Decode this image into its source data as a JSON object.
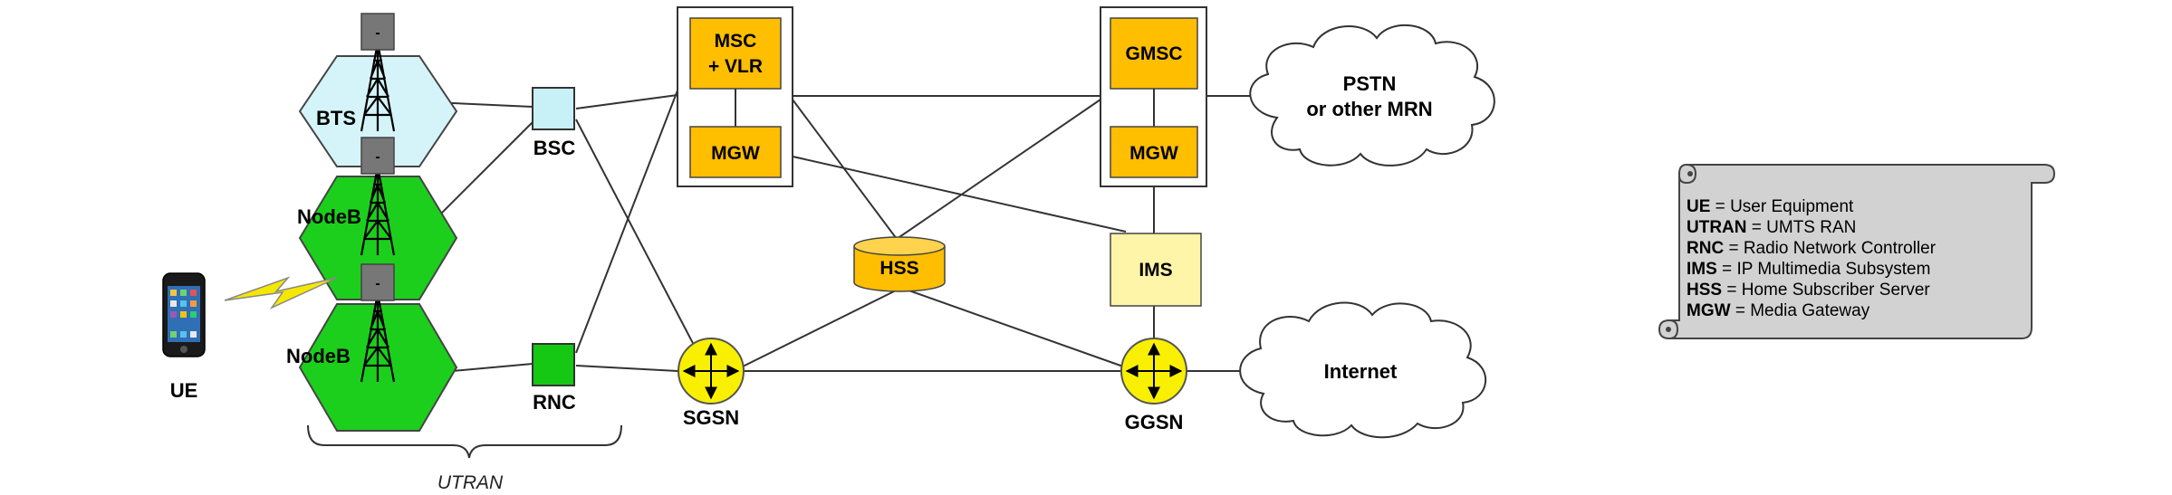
{
  "nodes": {
    "ue": "UE",
    "bts": "BTS",
    "nodeb_upper": "NodeB",
    "nodeb_lower": "NodeB",
    "bsc": "BSC",
    "rnc": "RNC",
    "msc_line1": "MSC",
    "msc_line2": "+ VLR",
    "mgw_left": "MGW",
    "gmsc": "GMSC",
    "mgw_right": "MGW",
    "hss": "HSS",
    "ims": "IMS",
    "sgsn": "SGSN",
    "ggsn": "GGSN",
    "pstn_line1": "PSTN",
    "pstn_line2": "or other MRN",
    "internet": "Internet",
    "utran": "UTRAN",
    "tower_marker": "-"
  },
  "legend": {
    "items": [
      {
        "abbr": "UE",
        "sep": " = ",
        "meaning": "User Equipment"
      },
      {
        "abbr": "UTRAN",
        "sep": " = ",
        "meaning": "UMTS RAN"
      },
      {
        "abbr": "RNC",
        "sep": " = ",
        "meaning": "Radio Network Controller"
      },
      {
        "abbr": "IMS",
        "sep": " = ",
        "meaning": "IP Multimedia Subsystem"
      },
      {
        "abbr": "HSS",
        "sep": " = ",
        "meaning": "Home Subscriber Server"
      },
      {
        "abbr": "MGW",
        "sep": " = ",
        "meaning": "Media Gateway"
      }
    ]
  },
  "colors": {
    "bts_cell": "#d4f4f9",
    "nodeb_cell": "#1ccf1c",
    "bsc_box": "#c8f0f7",
    "rnc_box": "#14c814",
    "core_box": "#ffbe00",
    "ims_box": "#fff5a8",
    "router": "#f8f000",
    "lightning": "#f5e800",
    "scroll": "#d2d2d2",
    "tower": "#777777"
  }
}
